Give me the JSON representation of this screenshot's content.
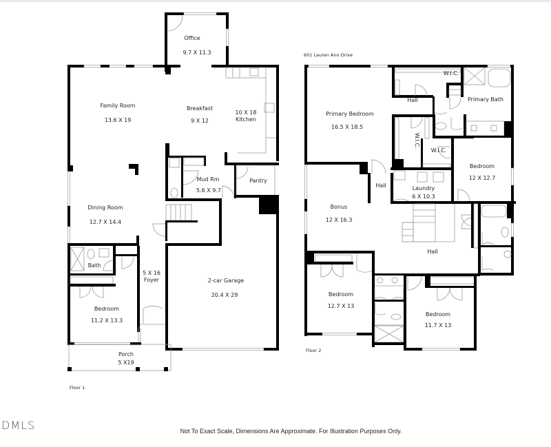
{
  "header": {
    "address": "601 Lauren Ann Drive"
  },
  "floor1": {
    "label": "Floor 1",
    "rooms": [
      {
        "name": "Office",
        "dims": "9.7 X 11.3"
      },
      {
        "name": "Family Room",
        "dims": "13.6 X 19"
      },
      {
        "name": "Breakfast",
        "dims": "9 X 12"
      },
      {
        "name": "Kitchen",
        "dims": "10 X 18"
      },
      {
        "name": "Mud Rm",
        "dims": "5.6 X 9.7"
      },
      {
        "name": "Pantry",
        "dims": ""
      },
      {
        "name": "Dining Room",
        "dims": "12.7 X 14.4"
      },
      {
        "name": "Bath",
        "dims": ""
      },
      {
        "name": "Foyer",
        "dims": "5 X 16"
      },
      {
        "name": "Bedroom",
        "dims": "11.2 X 13.3"
      },
      {
        "name": "2-car Garage",
        "dims": "20.4 X 29"
      },
      {
        "name": "Porch",
        "dims": "5 X19"
      }
    ]
  },
  "floor2": {
    "label": "Floor 2",
    "rooms": [
      {
        "name": "W.I.C.",
        "dims": ""
      },
      {
        "name": "Hall",
        "dims": ""
      },
      {
        "name": "Primary Bath",
        "dims": ""
      },
      {
        "name": "Primary Bedroom",
        "dims": "16.5 X 18.5"
      },
      {
        "name": "W.I.C.",
        "dims": ""
      },
      {
        "name": "W.I.C.",
        "dims": ""
      },
      {
        "name": "Bedroom",
        "dims": "12 X 12.7"
      },
      {
        "name": "Hall",
        "dims": ""
      },
      {
        "name": "Laundry",
        "dims": "6 X 10.3"
      },
      {
        "name": "Bonus",
        "dims": "12 X 16.3"
      },
      {
        "name": "Hall",
        "dims": ""
      },
      {
        "name": "Bedroom",
        "dims": "12.7 X 13"
      },
      {
        "name": "Bedroom",
        "dims": "11.7 X 13"
      }
    ]
  },
  "footer": {
    "logo": "DMLS",
    "disclaimer": "Not To Exact Scale, Dimensions Are Approximate. For Illustration Purposes Only."
  }
}
